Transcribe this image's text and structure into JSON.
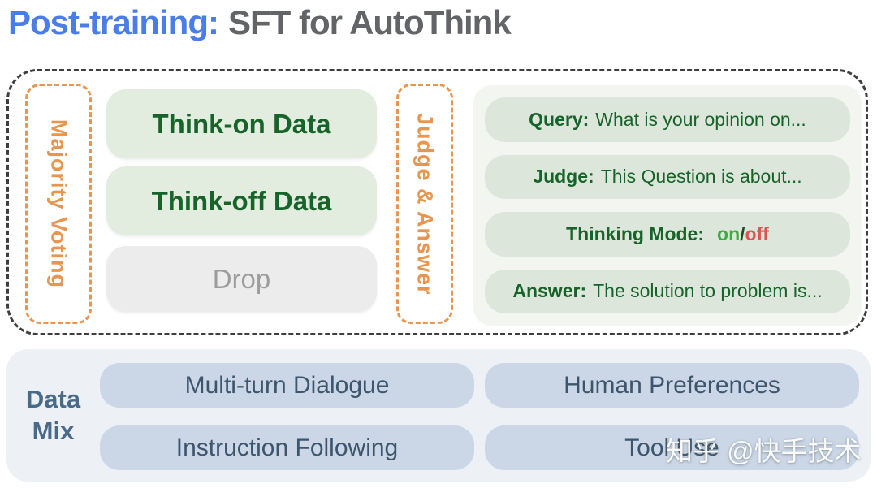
{
  "title": {
    "part1": "Post-training:",
    "part2": "SFT for AutoThink"
  },
  "pipeline": {
    "majority_voting_label": "Majority Voting",
    "judge_answer_label": "Judge & Answer",
    "data_boxes": [
      {
        "label": "Think-on Data",
        "type": "green"
      },
      {
        "label": "Think-off Data",
        "type": "green"
      },
      {
        "label": "Drop",
        "type": "gray"
      }
    ],
    "example_rows": [
      {
        "label": "Query:",
        "text": "What is your opinion on..."
      },
      {
        "label": "Judge:",
        "text": "This Question is about..."
      },
      {
        "label": "Thinking Mode:",
        "on": "on",
        "slash": "/",
        "off": "off"
      },
      {
        "label": "Answer:",
        "text": "The solution to problem is..."
      }
    ]
  },
  "data_mix": {
    "label_line1": "Data",
    "label_line2": "Mix",
    "items": [
      "Multi-turn Dialogue",
      "Human Preferences",
      "Instruction Following",
      "Tool Use"
    ]
  },
  "watermark": "知乎 @快手技术",
  "colors": {
    "title_blue": "#4b7de9",
    "title_gray": "#626468",
    "outer_dashed_border": "#3e3e3e",
    "orange_accent": "#e8964f",
    "green_box_bg": "#e2ecdf",
    "green_text": "#176329",
    "drop_bg": "#ececec",
    "drop_text": "#9c9c9c",
    "examples_panel_bg": "#f3f5f1",
    "example_row_bg": "#dce6db",
    "thinking_on_green": "#3cae3f",
    "thinking_off_red": "#da564e",
    "datamix_panel_bg": "#edf1f6",
    "datamix_box_bg": "#cbd7e6",
    "datamix_text": "#3d566e",
    "datamix_label_text": "#4a6a89"
  }
}
